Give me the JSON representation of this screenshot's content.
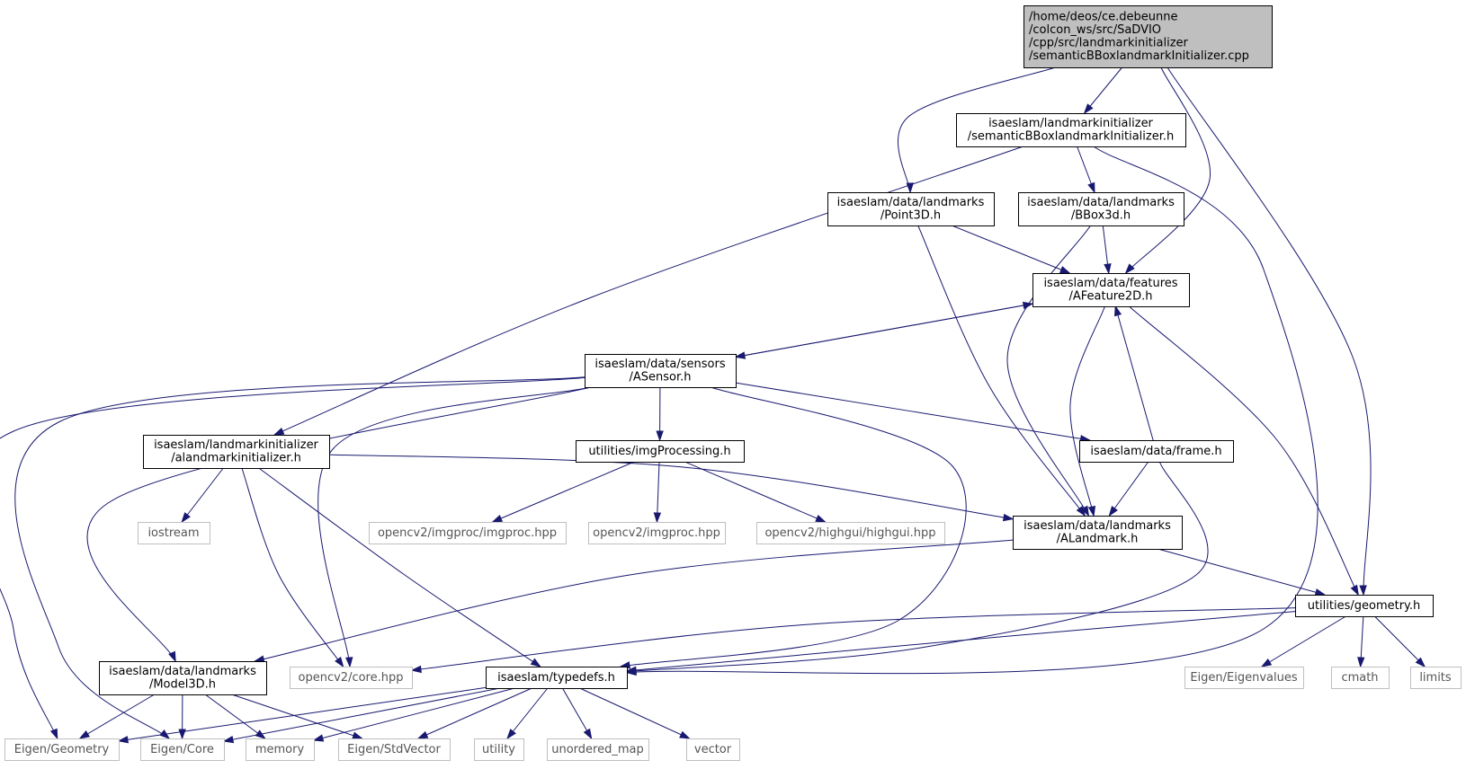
{
  "nodes": {
    "src": {
      "lines": [
        "/home/deos/ce.debeunne",
        "/colcon_ws/src/SaDVIO",
        "/cpp/src/landmarkinitializer",
        "/semanticBBoxlandmarkInitializer.cpp"
      ],
      "kind": "src"
    },
    "semh": {
      "lines": [
        "isaeslam/landmarkinitializer",
        "/semanticBBoxlandmarkInitializer.h"
      ],
      "kind": "hdr"
    },
    "point3d": {
      "lines": [
        "isaeslam/data/landmarks",
        "/Point3D.h"
      ],
      "kind": "hdr"
    },
    "bbox3d": {
      "lines": [
        "isaeslam/data/landmarks",
        "/BBox3d.h"
      ],
      "kind": "hdr"
    },
    "afeat": {
      "lines": [
        "isaeslam/data/features",
        "/AFeature2D.h"
      ],
      "kind": "hdr"
    },
    "asensor": {
      "lines": [
        "isaeslam/data/sensors",
        "/ASensor.h"
      ],
      "kind": "hdr"
    },
    "aland_init": {
      "lines": [
        "isaeslam/landmarkinitializer",
        "/alandmarkinitializer.h"
      ],
      "kind": "hdr"
    },
    "imgproc": {
      "lines": [
        "utilities/imgProcessing.h"
      ],
      "kind": "hdr"
    },
    "frame": {
      "lines": [
        "isaeslam/data/frame.h"
      ],
      "kind": "hdr"
    },
    "alandmark": {
      "lines": [
        "isaeslam/data/landmarks",
        "/ALandmark.h"
      ],
      "kind": "hdr"
    },
    "geometry": {
      "lines": [
        "utilities/geometry.h"
      ],
      "kind": "hdr"
    },
    "model3d": {
      "lines": [
        "isaeslam/data/landmarks",
        "/Model3D.h"
      ],
      "kind": "hdr"
    },
    "typedefs": {
      "lines": [
        "isaeslam/typedefs.h"
      ],
      "kind": "hdr"
    },
    "iostream": {
      "lines": [
        "iostream"
      ],
      "kind": "ext"
    },
    "cv_imgproc_imgproc": {
      "lines": [
        "opencv2/imgproc/imgproc.hpp"
      ],
      "kind": "ext"
    },
    "cv_imgproc": {
      "lines": [
        "opencv2/imgproc.hpp"
      ],
      "kind": "ext"
    },
    "cv_highgui": {
      "lines": [
        "opencv2/highgui/highgui.hpp"
      ],
      "kind": "ext"
    },
    "cv_core": {
      "lines": [
        "opencv2/core.hpp"
      ],
      "kind": "ext"
    },
    "eig_values": {
      "lines": [
        "Eigen/Eigenvalues"
      ],
      "kind": "ext"
    },
    "cmath": {
      "lines": [
        "cmath"
      ],
      "kind": "ext"
    },
    "limits": {
      "lines": [
        "limits"
      ],
      "kind": "ext"
    },
    "eig_geom": {
      "lines": [
        "Eigen/Geometry"
      ],
      "kind": "ext"
    },
    "eig_core": {
      "lines": [
        "Eigen/Core"
      ],
      "kind": "ext"
    },
    "memory": {
      "lines": [
        "memory"
      ],
      "kind": "ext"
    },
    "eig_stdvec": {
      "lines": [
        "Eigen/StdVector"
      ],
      "kind": "ext"
    },
    "utility": {
      "lines": [
        "utility"
      ],
      "kind": "ext"
    },
    "unordered_map": {
      "lines": [
        "unordered_map"
      ],
      "kind": "ext"
    },
    "vector": {
      "lines": [
        "vector"
      ],
      "kind": "ext"
    }
  },
  "edges": [
    {
      "from": "src",
      "to": "semh"
    },
    {
      "from": "src",
      "to": "point3d"
    },
    {
      "from": "src",
      "to": "afeat"
    },
    {
      "from": "src",
      "to": "geometry"
    },
    {
      "from": "semh",
      "to": "aland_init"
    },
    {
      "from": "semh",
      "to": "bbox3d"
    },
    {
      "from": "semh",
      "to": "typedefs"
    },
    {
      "from": "point3d",
      "to": "afeat"
    },
    {
      "from": "point3d",
      "to": "alandmark"
    },
    {
      "from": "bbox3d",
      "to": "afeat"
    },
    {
      "from": "bbox3d",
      "to": "alandmark"
    },
    {
      "from": "afeat",
      "to": "asensor"
    },
    {
      "from": "afeat",
      "to": "alandmark"
    },
    {
      "from": "afeat",
      "to": "geometry"
    },
    {
      "from": "asensor",
      "to": "afeat"
    },
    {
      "from": "asensor",
      "to": "imgproc"
    },
    {
      "from": "asensor",
      "to": "frame"
    },
    {
      "from": "asensor",
      "to": "cv_core"
    },
    {
      "from": "asensor",
      "to": "typedefs"
    },
    {
      "from": "asensor",
      "to": "model3d"
    },
    {
      "from": "asensor",
      "to": "eig_geom"
    },
    {
      "from": "asensor",
      "to": "eig_core"
    },
    {
      "from": "aland_init",
      "to": "iostream"
    },
    {
      "from": "aland_init",
      "to": "alandmark"
    },
    {
      "from": "aland_init",
      "to": "cv_core"
    },
    {
      "from": "aland_init",
      "to": "typedefs"
    },
    {
      "from": "imgproc",
      "to": "cv_imgproc_imgproc"
    },
    {
      "from": "imgproc",
      "to": "cv_imgproc"
    },
    {
      "from": "imgproc",
      "to": "cv_highgui"
    },
    {
      "from": "frame",
      "to": "afeat"
    },
    {
      "from": "frame",
      "to": "alandmark"
    },
    {
      "from": "frame",
      "to": "typedefs"
    },
    {
      "from": "alandmark",
      "to": "model3d"
    },
    {
      "from": "alandmark",
      "to": "geometry"
    },
    {
      "from": "geometry",
      "to": "cv_core"
    },
    {
      "from": "geometry",
      "to": "typedefs"
    },
    {
      "from": "geometry",
      "to": "eig_values"
    },
    {
      "from": "geometry",
      "to": "cmath"
    },
    {
      "from": "geometry",
      "to": "limits"
    },
    {
      "from": "model3d",
      "to": "eig_geom"
    },
    {
      "from": "model3d",
      "to": "eig_core"
    },
    {
      "from": "model3d",
      "to": "memory"
    },
    {
      "from": "model3d",
      "to": "eig_stdvec"
    },
    {
      "from": "typedefs",
      "to": "eig_geom"
    },
    {
      "from": "typedefs",
      "to": "eig_core"
    },
    {
      "from": "typedefs",
      "to": "memory"
    },
    {
      "from": "typedefs",
      "to": "eig_stdvec"
    },
    {
      "from": "typedefs",
      "to": "utility"
    },
    {
      "from": "typedefs",
      "to": "unordered_map"
    },
    {
      "from": "typedefs",
      "to": "vector"
    }
  ],
  "colors": {
    "edge": "#191970",
    "source_fill": "#bfbfbf",
    "external_border": "#bfbfbf"
  }
}
